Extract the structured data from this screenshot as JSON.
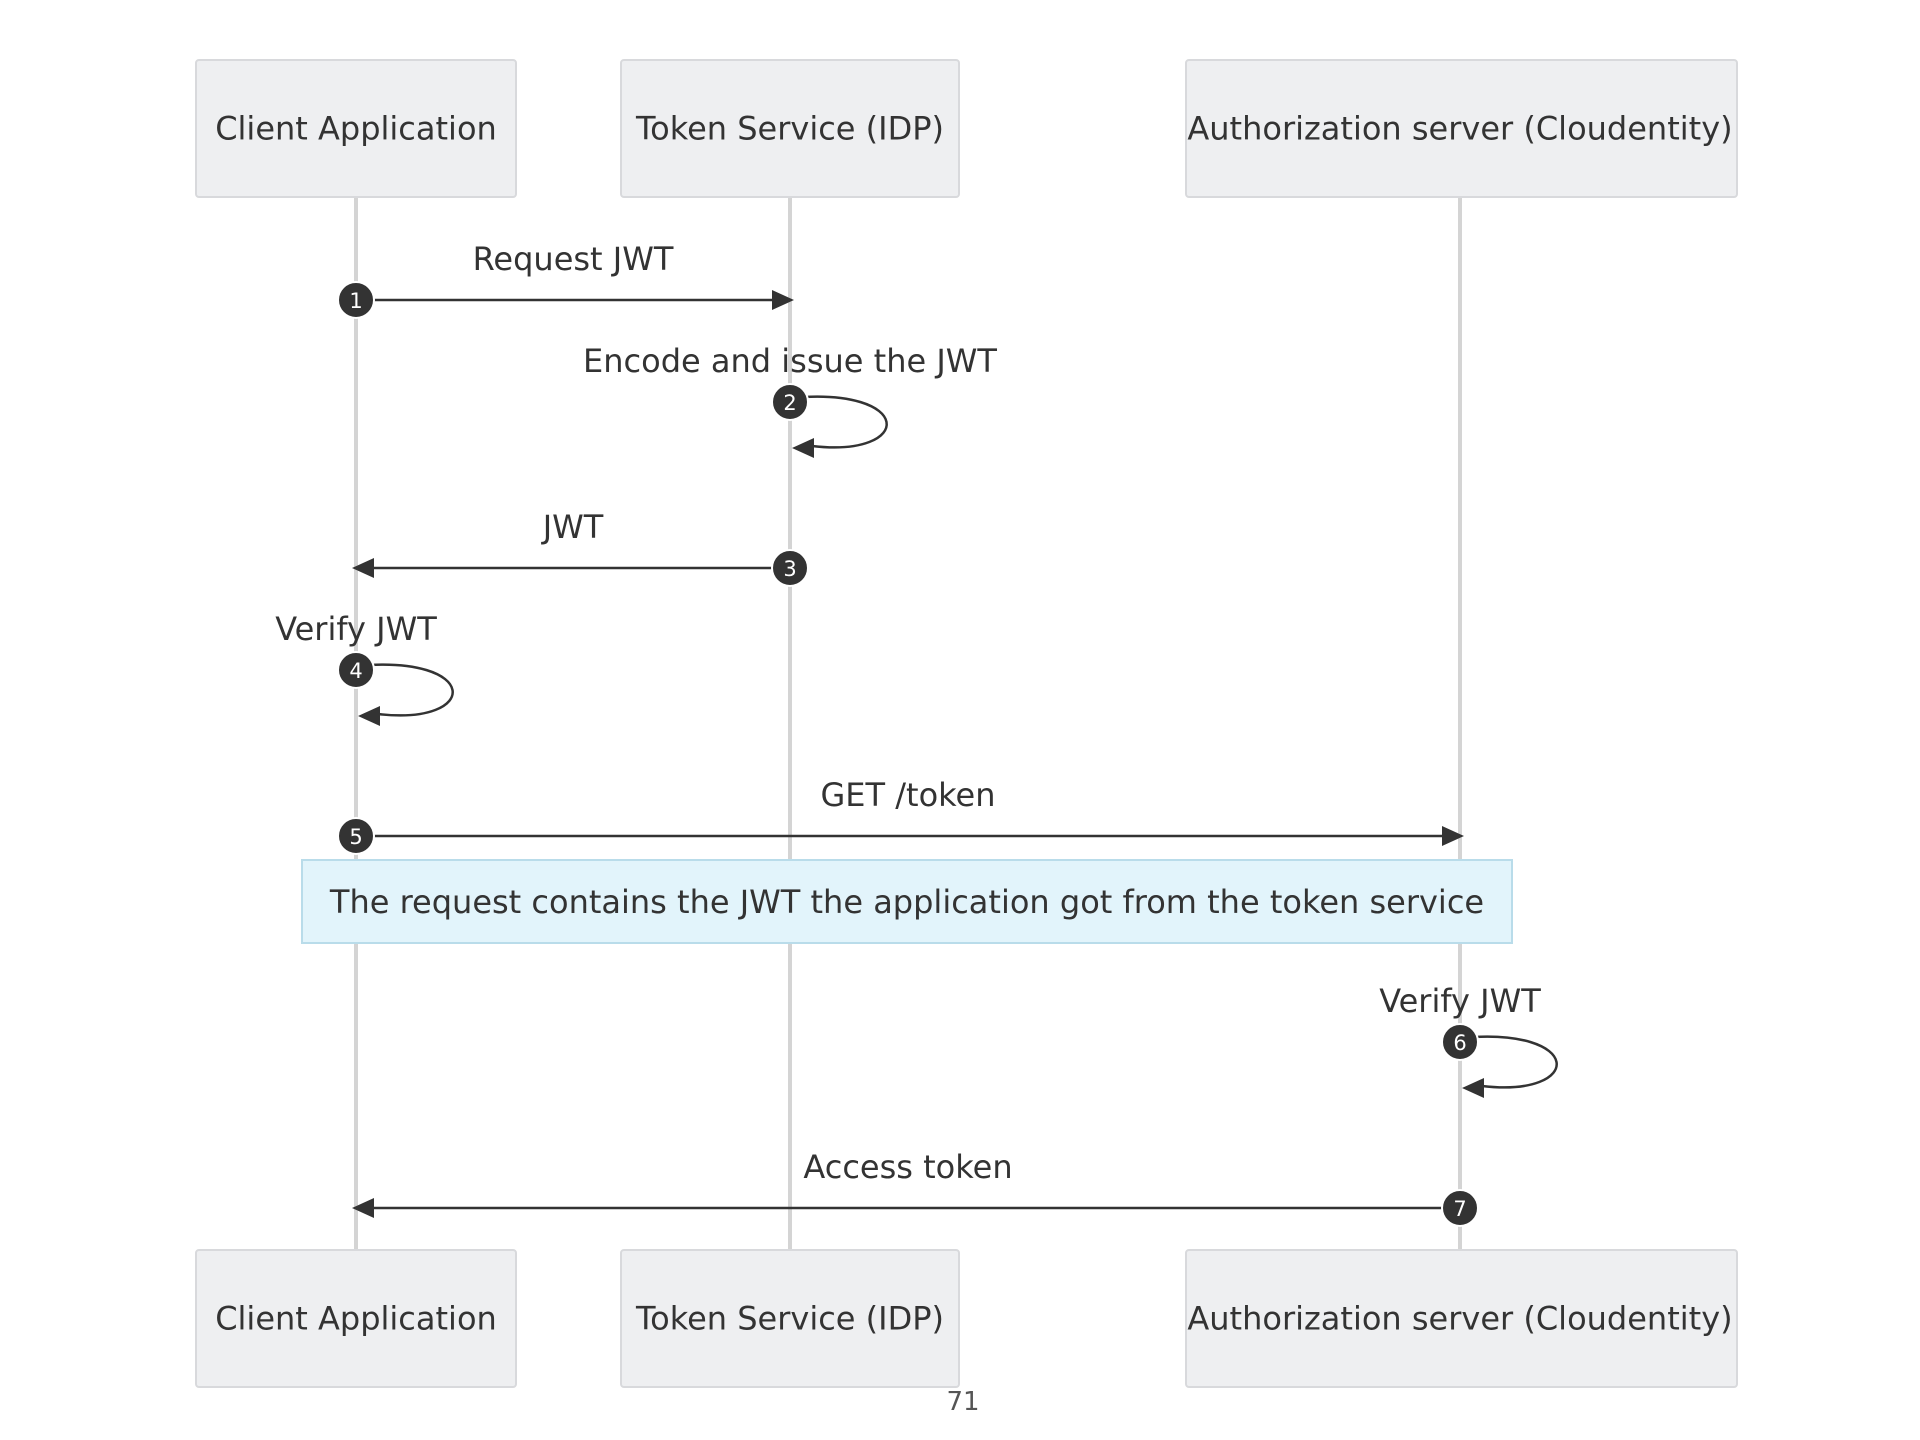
{
  "actors": [
    {
      "id": "client",
      "label": "Client Application"
    },
    {
      "id": "idp",
      "label": "Token Service (IDP)"
    },
    {
      "id": "auth",
      "label": "Authorization server (Cloudentity)"
    }
  ],
  "messages": [
    {
      "seq": "1",
      "from": "client",
      "to": "idp",
      "label": "Request JWT"
    },
    {
      "seq": "2",
      "from": "idp",
      "to": "idp",
      "label": "Encode and issue the JWT"
    },
    {
      "seq": "3",
      "from": "idp",
      "to": "client",
      "label": "JWT"
    },
    {
      "seq": "4",
      "from": "client",
      "to": "client",
      "label": "Verify JWT"
    },
    {
      "seq": "5",
      "from": "client",
      "to": "auth",
      "label": "GET /token"
    },
    {
      "seq": "6",
      "from": "auth",
      "to": "auth",
      "label": "Verify JWT"
    },
    {
      "seq": "7",
      "from": "auth",
      "to": "client",
      "label": "Access token"
    }
  ],
  "note": {
    "text": "The request contains the JWT the application got from the token service",
    "after_message": "5"
  },
  "page_number": "71",
  "colors": {
    "actor_fill": "#eeeff1",
    "note_fill": "#e2f4fb",
    "line": "#333333",
    "lifeline": "#d4d4d4"
  }
}
